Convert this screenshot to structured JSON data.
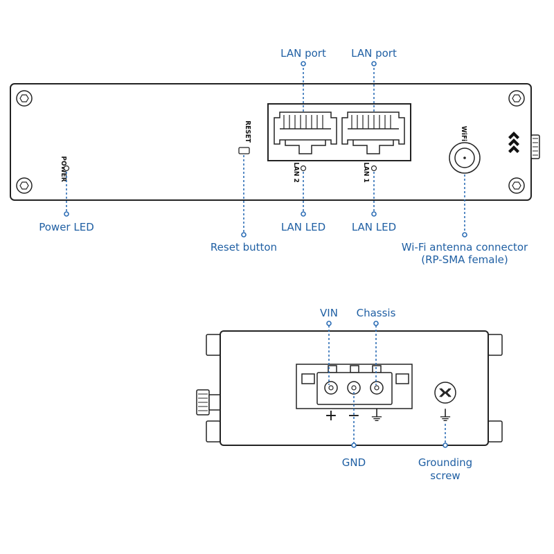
{
  "front_view": {
    "callouts": {
      "lan_port_1": "LAN port",
      "lan_port_2": "LAN port",
      "power_led": "Power LED",
      "lan_led_1": "LAN LED",
      "lan_led_2": "LAN LED",
      "reset_button": "Reset button",
      "wifi_connector_line1": "Wi-Fi antenna connector",
      "wifi_connector_line2": "(RP-SMA female)"
    },
    "silkscreen": {
      "power": "POWER",
      "reset": "RESET",
      "lan2": "LAN 2",
      "lan1": "LAN 1",
      "wifi": "WiFi"
    }
  },
  "rear_view": {
    "callouts": {
      "vin": "VIN",
      "chassis": "Chassis",
      "gnd": "GND",
      "grounding_screw_line1": "Grounding",
      "grounding_screw_line2": "screw"
    },
    "symbols": {
      "plus": "+",
      "minus": "−",
      "ground": "⏚",
      "ground2": "⏚"
    }
  },
  "colors": {
    "callout": "#1f5fa3",
    "leader": "#2c6db5",
    "outline": "#222222"
  }
}
